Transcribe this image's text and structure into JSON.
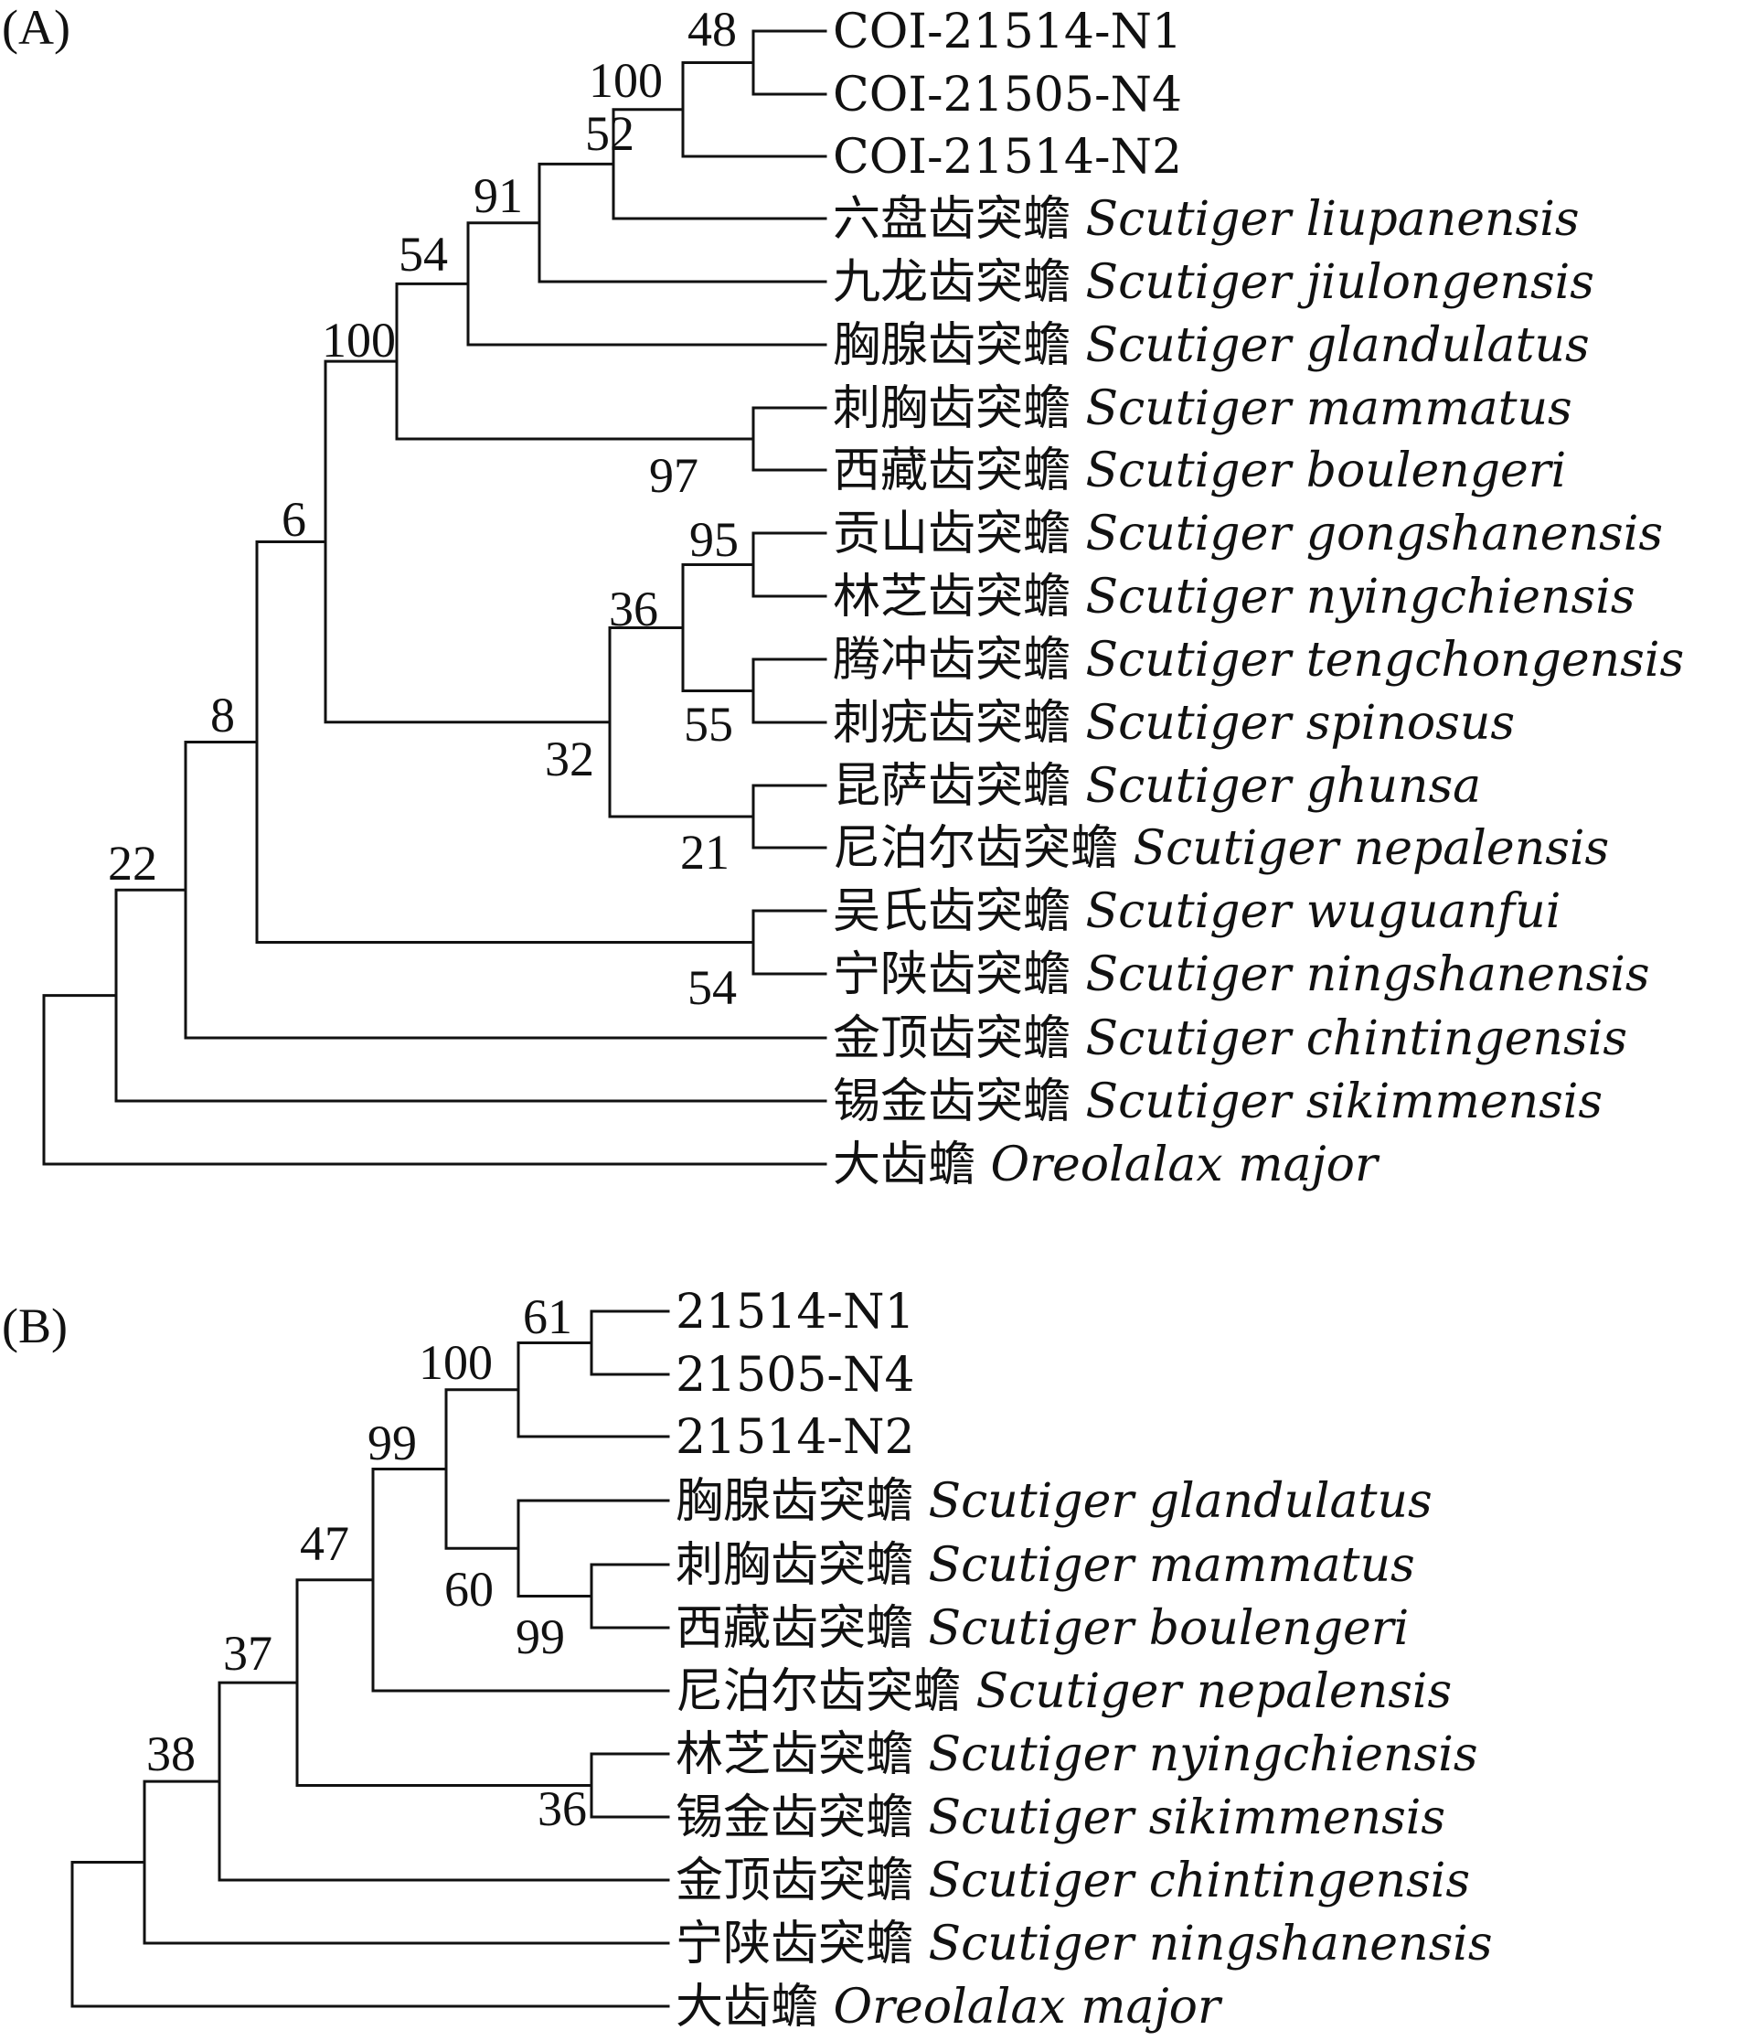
{
  "panels": [
    {
      "label": "(A)",
      "taxa": [
        {
          "cn": "",
          "sci": "COI-21514-N1"
        },
        {
          "cn": "",
          "sci": "COI-21505-N4"
        },
        {
          "cn": "",
          "sci": "COI-21514-N2"
        },
        {
          "cn": "六盘齿突蟾",
          "sci": "Scutiger liupanensis"
        },
        {
          "cn": "九龙齿突蟾",
          "sci": "Scutiger jiulongensis"
        },
        {
          "cn": "胸腺齿突蟾",
          "sci": "Scutiger glandulatus"
        },
        {
          "cn": "刺胸齿突蟾",
          "sci": "Scutiger mammatus"
        },
        {
          "cn": "西藏齿突蟾",
          "sci": "Scutiger boulengeri"
        },
        {
          "cn": "贡山齿突蟾",
          "sci": "Scutiger gongshanensis"
        },
        {
          "cn": "林芝齿突蟾",
          "sci": "Scutiger nyingchiensis"
        },
        {
          "cn": "腾冲齿突蟾",
          "sci": "Scutiger tengchongensis"
        },
        {
          "cn": "刺疣齿突蟾",
          "sci": "Scutiger spinosus"
        },
        {
          "cn": "昆萨齿突蟾",
          "sci": "Scutiger ghunsa"
        },
        {
          "cn": "尼泊尔齿突蟾",
          "sci": "Scutiger nepalensis"
        },
        {
          "cn": "吴氏齿突蟾",
          "sci": "Scutiger wuguanfui"
        },
        {
          "cn": "宁陕齿突蟾",
          "sci": "Scutiger ningshanensis"
        },
        {
          "cn": "金顶齿突蟾",
          "sci": "Scutiger chintingensis"
        },
        {
          "cn": "锡金齿突蟾",
          "sci": "Scutiger sikimmensis"
        },
        {
          "cn": "大齿蟾",
          "sci": "Oreolalax major"
        }
      ],
      "support_values": [
        "48",
        "100",
        "52",
        "91",
        "54",
        "97",
        "100",
        "95",
        "55",
        "36",
        "21",
        "32",
        "6",
        "54",
        "8",
        "22"
      ]
    },
    {
      "label": "(B)",
      "taxa": [
        {
          "cn": "",
          "sci": "21514-N1"
        },
        {
          "cn": "",
          "sci": "21505-N4"
        },
        {
          "cn": "",
          "sci": "21514-N2"
        },
        {
          "cn": "胸腺齿突蟾",
          "sci": "Scutiger glandulatus"
        },
        {
          "cn": "刺胸齿突蟾",
          "sci": "Scutiger mammatus"
        },
        {
          "cn": "西藏齿突蟾",
          "sci": "Scutiger boulengeri"
        },
        {
          "cn": "尼泊尔齿突蟾",
          "sci": "Scutiger nepalensis"
        },
        {
          "cn": "林芝齿突蟾",
          "sci": "Scutiger nyingchiensis"
        },
        {
          "cn": "锡金齿突蟾",
          "sci": "Scutiger sikimmensis"
        },
        {
          "cn": "金顶齿突蟾",
          "sci": "Scutiger chintingensis"
        },
        {
          "cn": "宁陕齿突蟾",
          "sci": "Scutiger ningshanensis"
        },
        {
          "cn": "大齿蟾",
          "sci": "Oreolalax major"
        }
      ],
      "support_values": [
        "61",
        "100",
        "99",
        "60",
        "99",
        "47",
        "36",
        "37",
        "38"
      ]
    }
  ]
}
